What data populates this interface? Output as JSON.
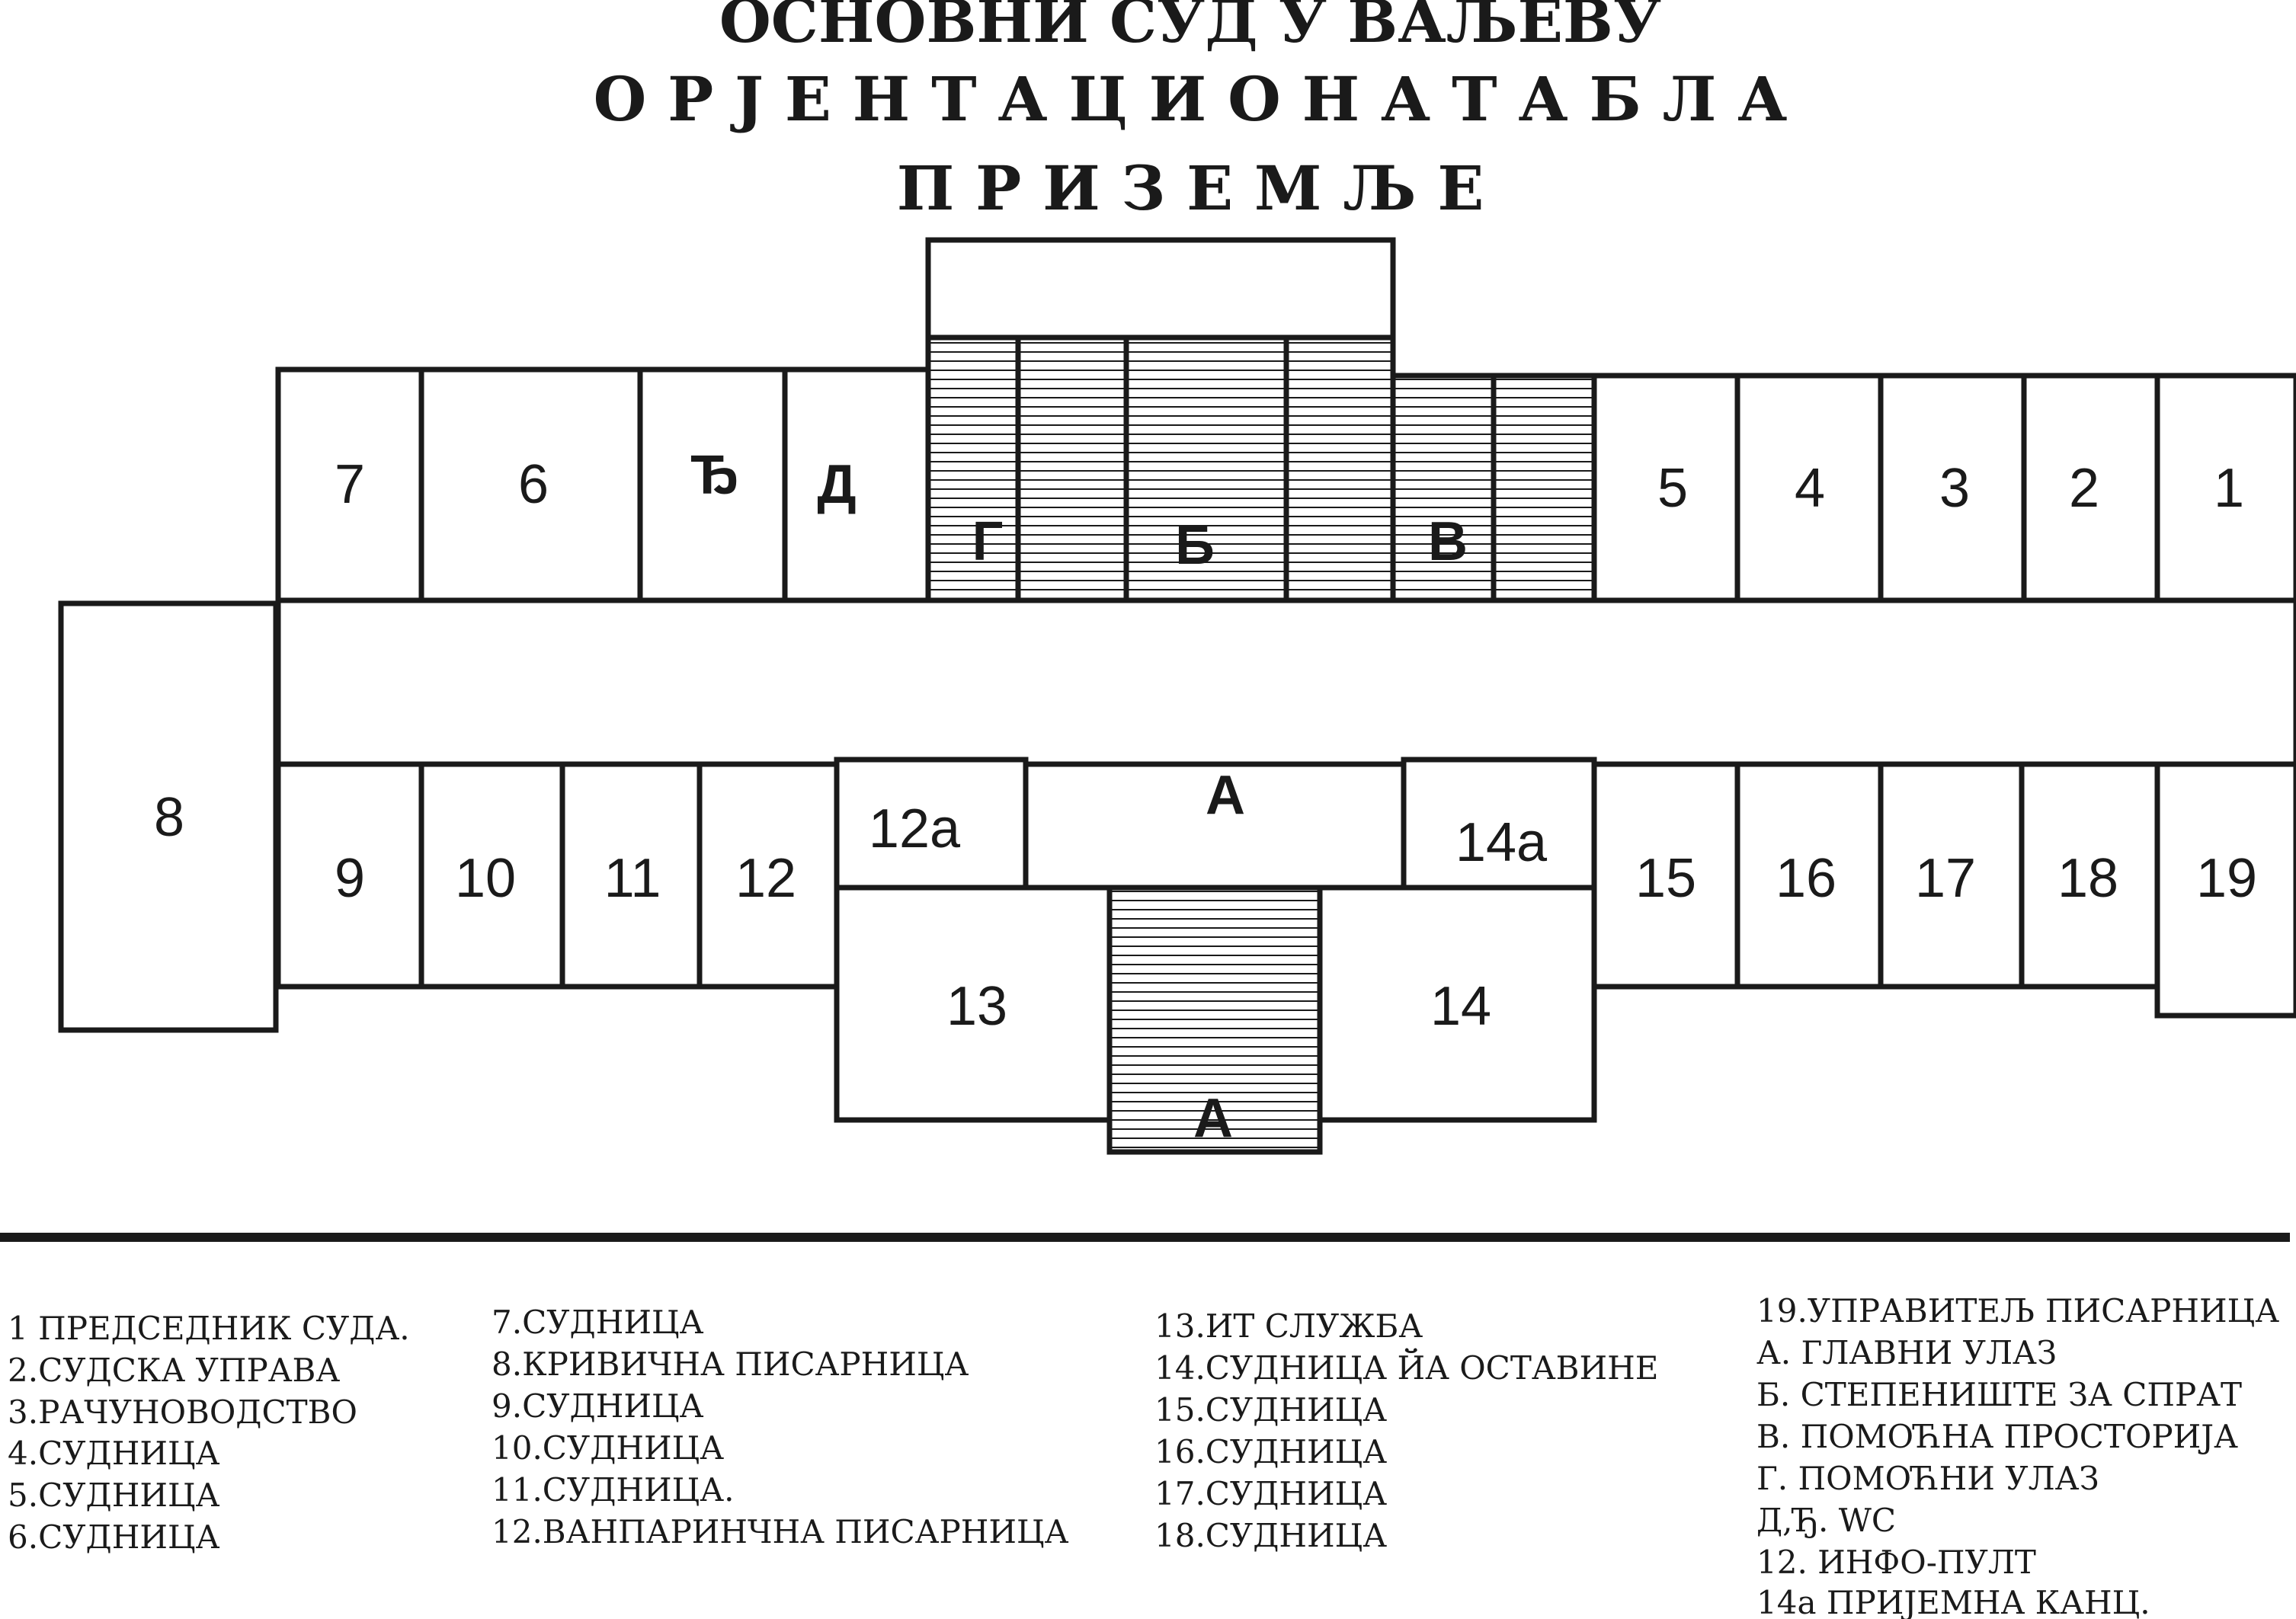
{
  "header": {
    "title": "ОСНОВНИ СУД У ВАЉЕВУ",
    "subtitle": "О Р Ј Е Н Т А Ц И О Н А   Т А Б Л А",
    "floor": "П Р И З Е М Љ Е"
  },
  "rooms": {
    "r1": "1",
    "r2": "2",
    "r3": "3",
    "r4": "4",
    "r5": "5",
    "r6": "6",
    "r7": "7",
    "r8": "8",
    "r9": "9",
    "r10": "10",
    "r11": "11",
    "r12": "12",
    "r12a": "12а",
    "r13": "13",
    "r14": "14",
    "r14a": "14а",
    "r15": "15",
    "r16": "16",
    "r17": "17",
    "r18": "18",
    "r19": "19",
    "dj": "Ђ",
    "d": "Д",
    "g": "Г",
    "b": "Б",
    "v": "В",
    "a_hall": "А",
    "a_entrance": "А"
  },
  "legend": {
    "col1": [
      "1 ПРЕДСЕДНИК СУДА.",
      "2.СУДСКА УПРАВА",
      "3.РАЧУНОВОДСТВО",
      "4.СУДНИЦА",
      "5.СУДНИЦА",
      "6.СУДНИЦА"
    ],
    "col2": [
      "7.СУДНИЦА",
      "8.КРИВИЧНА ПИСАРНИЦА",
      "9.СУДНИЦА",
      "10.СУДНИЦА",
      "11.СУДНИЦА.",
      "12.ВАНПАРИНЧНА ПИСАРНИЦА"
    ],
    "col3": [
      "13.ИТ СЛУЖБА",
      "14.СУДНИЦА ЙА ОСТАВИНЕ",
      "15.СУДНИЦА",
      "16.СУДНИЦА",
      "17.СУДНИЦА",
      "18.СУДНИЦА"
    ],
    "col4": [
      "19.УПРАВИТЕЉ ПИСАРНИЦА",
      "А. ГЛАВНИ УЛАЗ",
      "Б. СТЕПЕНИШТЕ ЗА СПРАТ",
      "В. ПОМОЋНА ПРОСТОРИЈА",
      "Г. ПОМОЋНИ УЛАЗ",
      "Д,Ђ. WC",
      "12.  ИНФО-ПУЛТ",
      "14а ПРИЈЕМНА КАНЦ."
    ]
  }
}
